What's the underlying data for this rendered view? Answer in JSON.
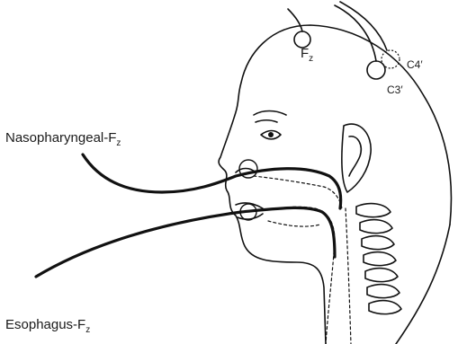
{
  "labels": {
    "fz": {
      "main": "F",
      "sub": "z"
    },
    "c4": "C4′",
    "c3": "C3′",
    "nasopharyngeal": {
      "main": "Nasopharyngeal-F",
      "sub": "z"
    },
    "esophagus": {
      "main": "Esophagus-F",
      "sub": "z"
    }
  }
}
